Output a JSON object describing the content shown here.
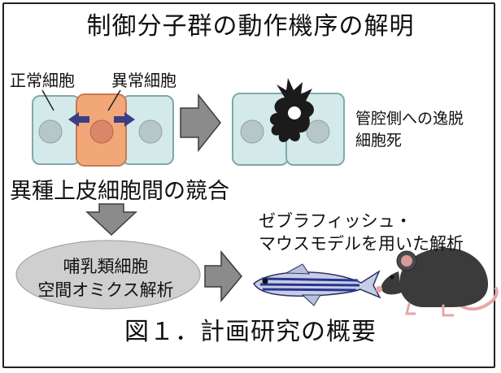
{
  "title": "制御分子群の動作機序の解明",
  "labels": {
    "normal_cell": "正常細胞",
    "abnormal_cell": "異常細胞",
    "extrusion_line1": "管腔側への逸脱",
    "extrusion_line2": "細胞死",
    "competition": "異種上皮細胞間の競合",
    "models_line1": "ゼブラフィッシュ・",
    "models_line2": "マウスモデルを用いた解析",
    "omics_line1": "哺乳類細胞",
    "omics_line2": "空間オミクス解析"
  },
  "caption": "図１．計画研究の概要",
  "colors": {
    "normal_cell_fill": "#d4e9ea",
    "normal_cell_edge": "#7fa9ac",
    "normal_nucleus": "#b7c6c7",
    "abnormal_cell_fill": "#f1a778",
    "abnormal_cell_edge": "#c77a4d",
    "abnormal_nucleus": "#d9866a",
    "push_arrow": "#3d3d86",
    "flow_arrow": "#888888",
    "omics_ellipse": "#cfcfcf",
    "extruded_cell": "#1b1b1b"
  },
  "icons": [
    "normal-epithelial-cell",
    "abnormal-epithelial-cell",
    "push-arrow",
    "flow-arrow",
    "extruded-cell",
    "zebrafish",
    "mouse"
  ]
}
